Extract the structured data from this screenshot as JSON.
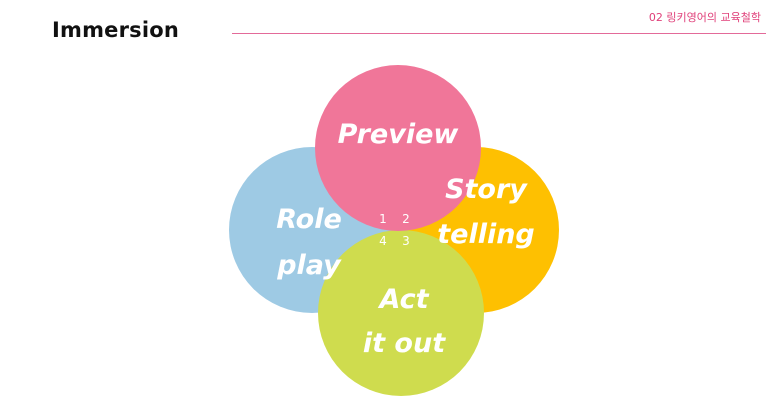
{
  "header": {
    "title": "Immersion",
    "section_label": "02 링키영어의 교육철학"
  },
  "diagram": {
    "circles": {
      "preview": {
        "lines": [
          "Preview"
        ],
        "color": "#f07699"
      },
      "storytelling": {
        "lines": [
          "Story",
          "telling"
        ],
        "color": "#fec001"
      },
      "roleplay": {
        "lines": [
          "Role",
          "play"
        ],
        "color": "#9ecae4"
      },
      "actitout": {
        "lines": [
          "Act",
          "it out"
        ],
        "color": "#cfdc4e"
      }
    },
    "numbers": [
      "1",
      "2",
      "3",
      "4"
    ]
  }
}
